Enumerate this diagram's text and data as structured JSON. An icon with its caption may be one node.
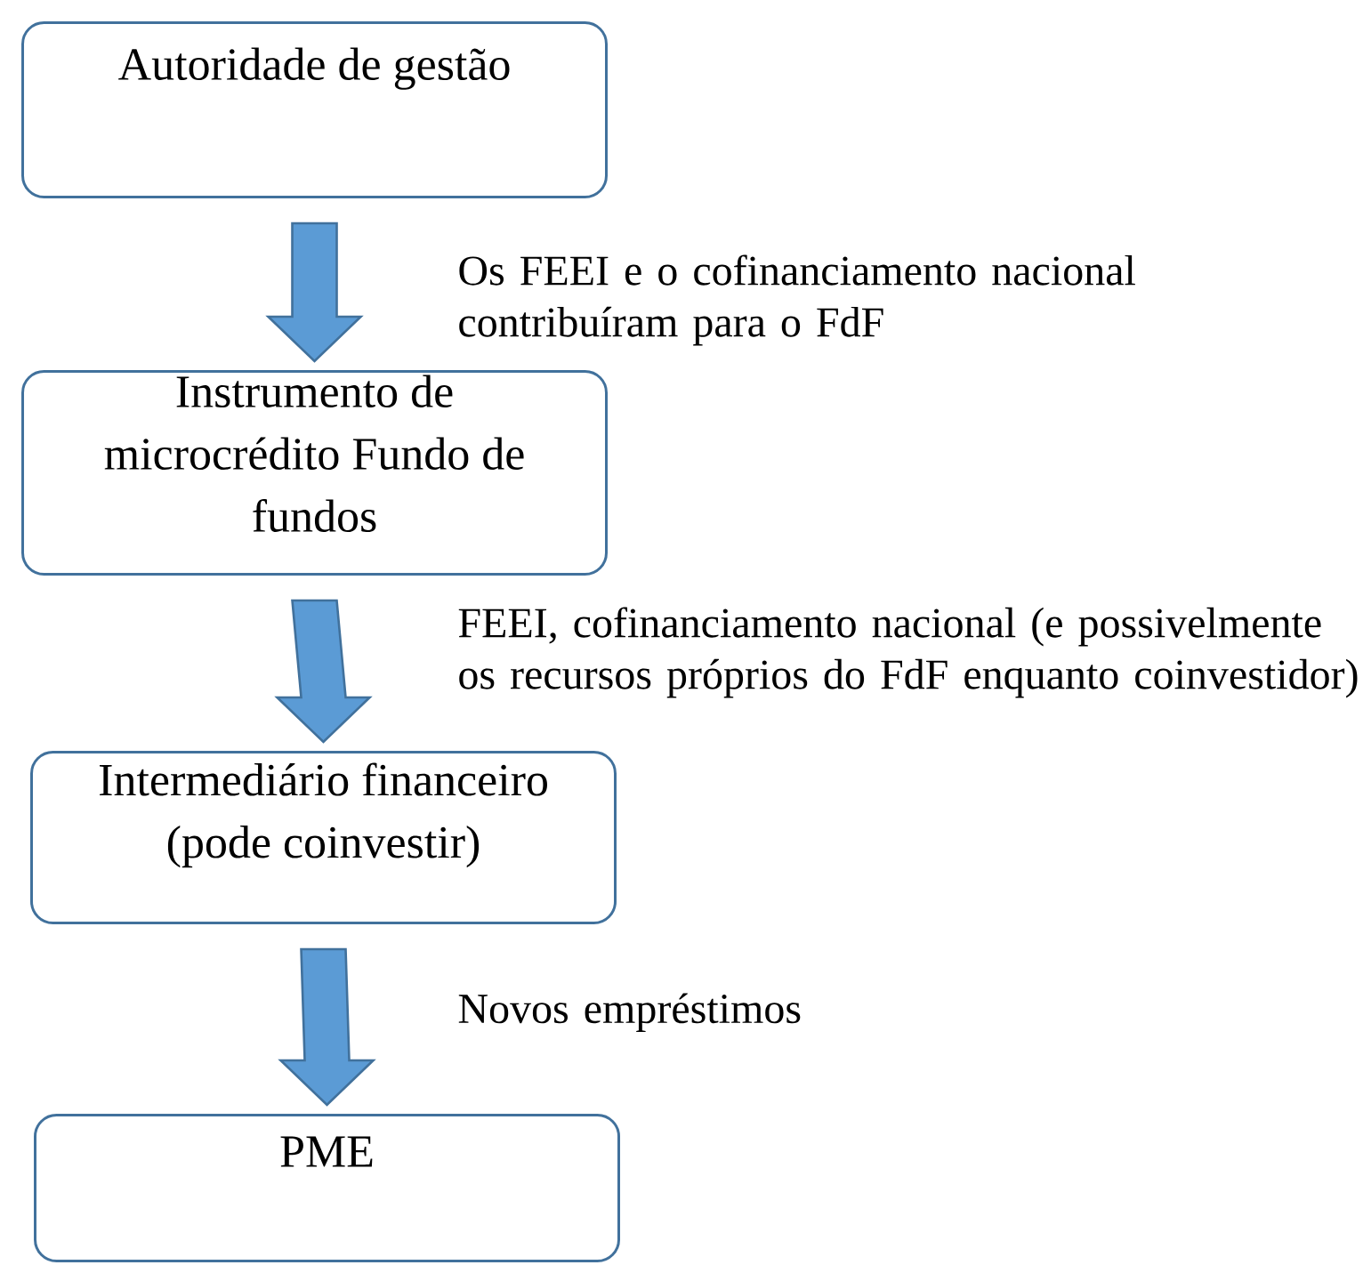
{
  "diagram": {
    "nodes": [
      {
        "text": [
          "Autoridade de gestão"
        ]
      },
      {
        "text": [
          "Instrumento de microcrédito Fundo de fundos"
        ]
      },
      {
        "text": [
          "Intermediário financeiro (pode coinvestir)"
        ]
      },
      {
        "text": [
          "PME"
        ]
      }
    ],
    "edges": [
      {
        "from": 0,
        "to": 1,
        "arrow": "to",
        "label": "Os FEEI e o cofinanciamento nacional contribuíram para o FdF"
      },
      {
        "from": 1,
        "to": 2,
        "arrow": "to",
        "label": "FEEI, cofinanciamento nacional (e possivelmente os recursos próprios do FdF enquanto coinvestidor)"
      },
      {
        "from": 2,
        "to": 3,
        "arrow": "to",
        "label": "Novos empréstimos"
      }
    ]
  }
}
